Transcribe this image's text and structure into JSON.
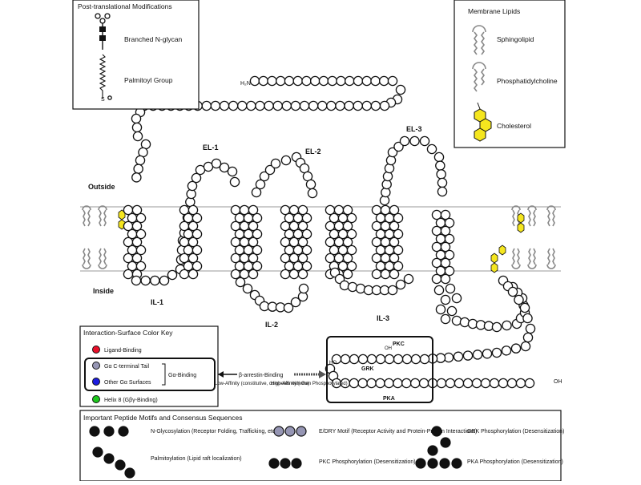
{
  "ptm_box": {
    "title": "Post-translational Modifications",
    "branched_nglycan": "Branched N-glycan",
    "palmitoyl": "Palmitoyl Group"
  },
  "lipid_box": {
    "title": "Membrane Lipids",
    "sphingolipid": "Sphingolipid",
    "phosphatidylcholine": "Phosphatidylcholine",
    "cholesterol": "Cholesterol"
  },
  "membrane": {
    "outside": "Outside",
    "inside": "Inside"
  },
  "loops": {
    "el1": "EL-1",
    "el2": "EL-2",
    "el3": "EL-3",
    "il1": "IL-1",
    "il2": "IL-2",
    "il3": "IL-3",
    "n_term": "H₂N",
    "c_term": "OH"
  },
  "key_box": {
    "title": "Interaction-Surface Color Key",
    "ligand": "Ligand-Binding",
    "ga_ctail": "Gα C-terminal Tail",
    "other_ga": "Other Gα Surfaces",
    "ga_binding": "Gα-Binding",
    "helix8": "Helix 8 (Gβγ-Binding)"
  },
  "arrestin": {
    "label": "β-arrestin-Binding",
    "low": "Low-Affinity (constitutive, competes with Gα)",
    "high": "High-Affinity (when Phosphorylated)"
  },
  "phos_labels": {
    "pkc": "PKC",
    "grk": "GRK",
    "pka": "PKA",
    "ho": "HO",
    "oh": "OH"
  },
  "motifs": {
    "title": "Important Peptide Motifs and Consensus Sequences",
    "nglyc": "N-Glycosylation (Receptor Folding, Trafficking, etc)",
    "palm": "Palmitoylation (Lipid raft localization)",
    "edry": "E/DRY Motif (Receptor Activity and Protein-Protein Interactions)",
    "pkc": "PKC Phosphorylation (Desensitization)",
    "grk": "GRK Phosphorylation (Desensitization)",
    "pka": "PKA Phosphorylation (Desensitization)"
  },
  "colors": {
    "ligand": "#e8102a",
    "ga_ctail": "#9696b4",
    "other_ga": "#1c1ce0",
    "helix8": "#1ec81e",
    "cholesterol": "#f5e61e"
  },
  "icons": [
    "nglycan-icon",
    "palmitoyl-icon",
    "sphingolipid-icon",
    "phosphatidylcholine-icon",
    "cholesterol-icon"
  ]
}
